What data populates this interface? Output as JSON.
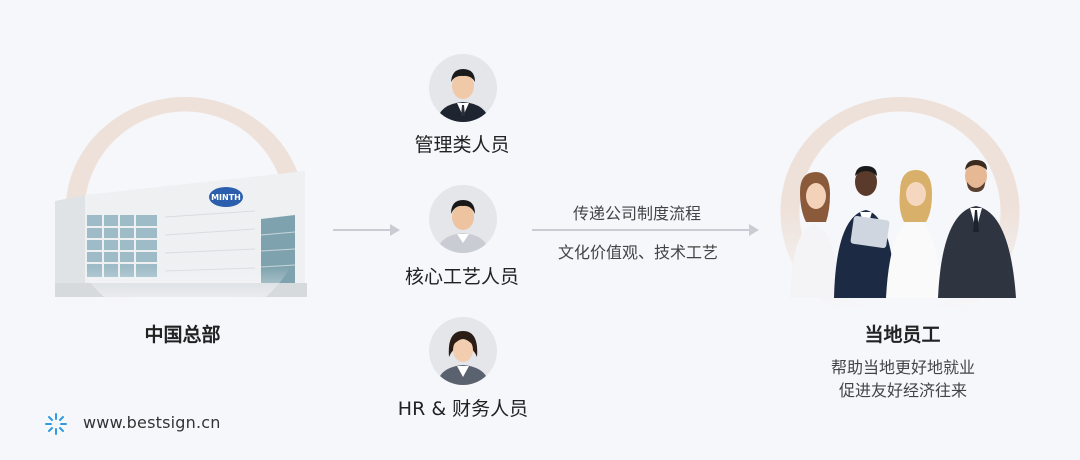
{
  "hq": {
    "label": "中国总部",
    "building_logo": "MINTH"
  },
  "roles": [
    {
      "label": "管理类人员",
      "icon": "businessman-avatar"
    },
    {
      "label": "核心工艺人员",
      "icon": "engineer-avatar"
    },
    {
      "label": "HR & 财务人员",
      "icon": "businesswoman-avatar"
    }
  ],
  "flow": {
    "line1": "传递公司制度流程",
    "line2": "文化价值观、技术工艺"
  },
  "local": {
    "label": "当地员工",
    "desc1": "帮助当地更好地就业",
    "desc2": "促进友好经济往来"
  },
  "footer": {
    "website": "www.bestsign.cn"
  },
  "colors": {
    "ring": "#eee1d9",
    "arrow": "#c9ccd2",
    "background": "#f6f7fb",
    "brand_icon": "#2f9be0"
  }
}
